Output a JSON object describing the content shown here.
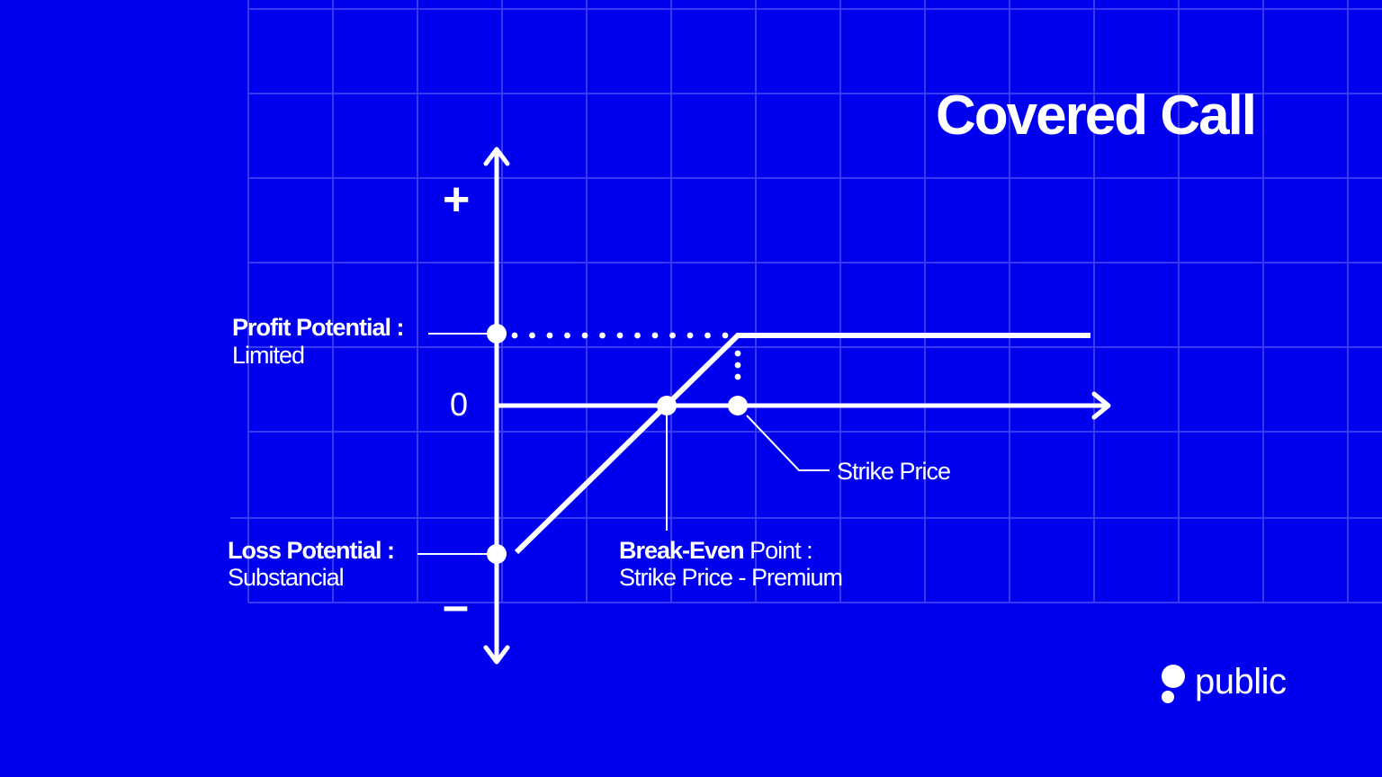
{
  "title": "Covered Call",
  "axis": {
    "plus_label": "+",
    "minus_label": "–",
    "zero_label": "0"
  },
  "annotations": {
    "profit_title": "Profit Potential :",
    "profit_value": "Limited",
    "loss_title": "Loss Potential :",
    "loss_value": "Substancial",
    "strike_label": "Strike Price",
    "breakeven_bold": "Break-Even",
    "breakeven_rest": " Point :",
    "breakeven_formula": "Strike Price - Premium"
  },
  "brand": {
    "name": "public",
    "icon": "public-logo-icon"
  },
  "colors": {
    "background": "#0000ef",
    "foreground": "#ffffff",
    "grid": "#3a3af5"
  }
}
